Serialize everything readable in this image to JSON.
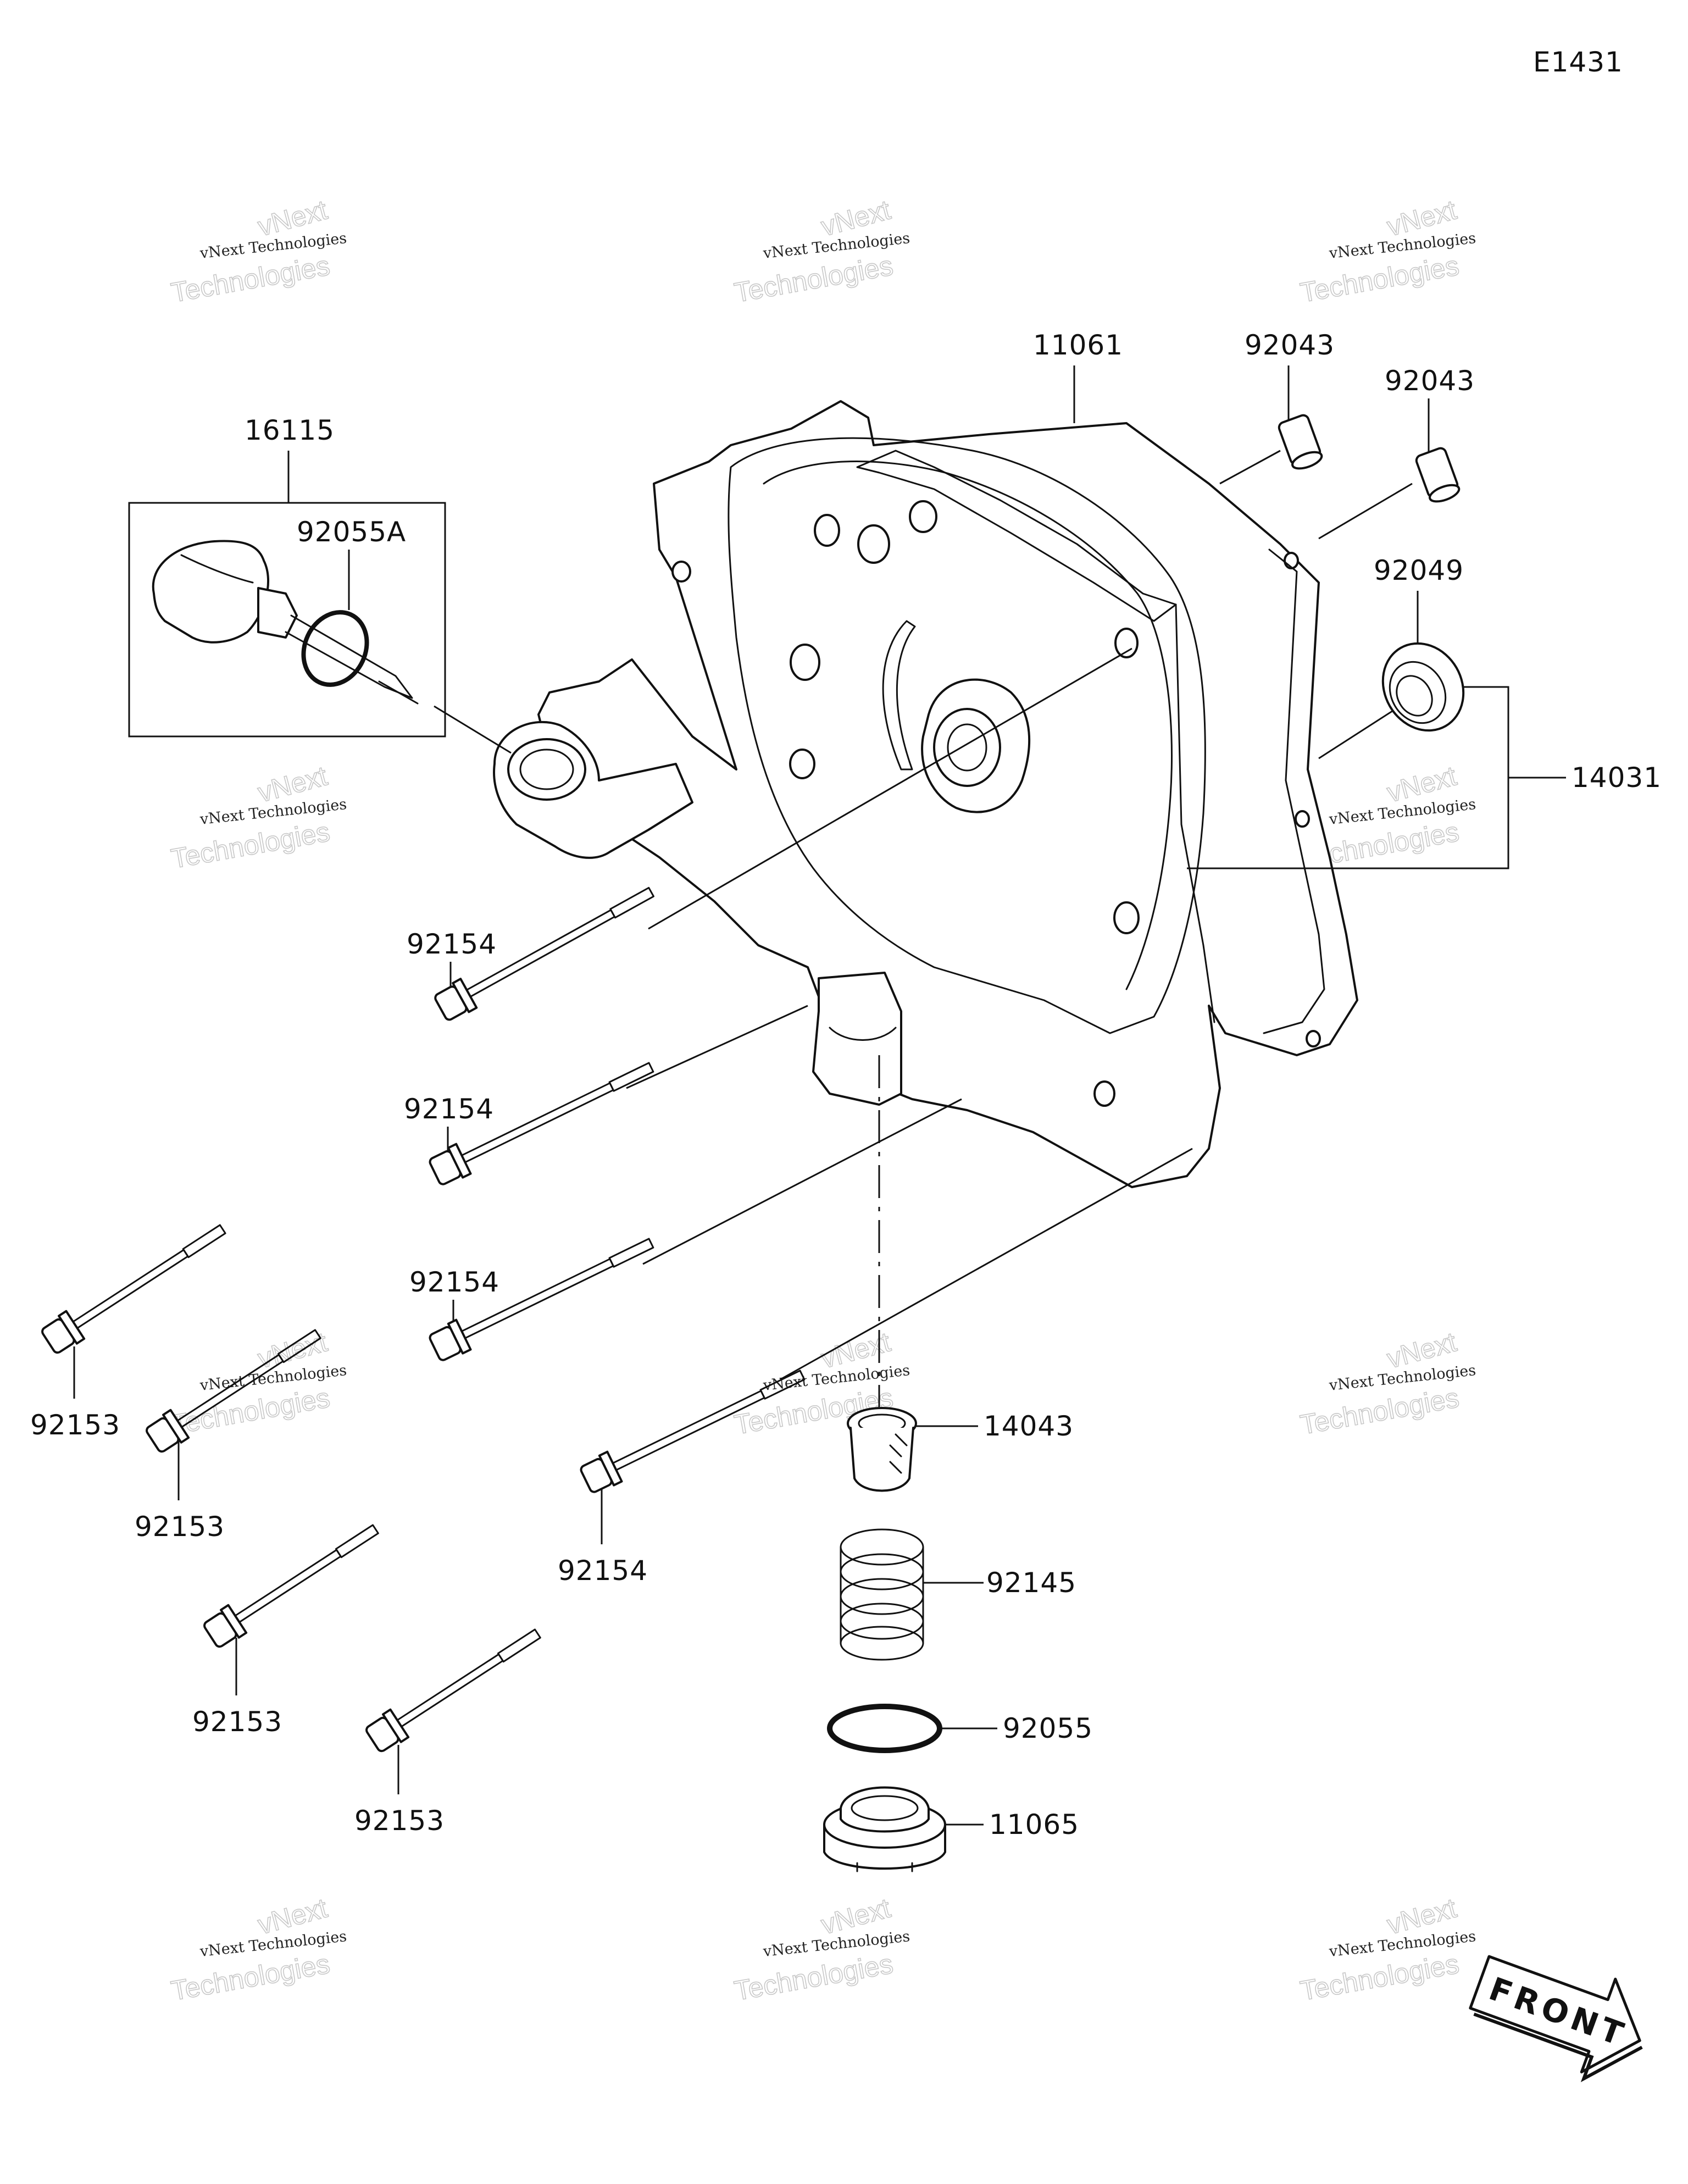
{
  "diagram": {
    "code": "E1431",
    "direction_marker": "FRONT",
    "watermark": {
      "line1": "vNext Technologies",
      "line2": "vNext",
      "line3": "Technologies"
    },
    "callouts": [
      {
        "part": "11061"
      },
      {
        "part": "92043"
      },
      {
        "part": "92043"
      },
      {
        "part": "92049"
      },
      {
        "part": "14031"
      },
      {
        "part": "16115"
      },
      {
        "part": "92055A"
      },
      {
        "part": "92154"
      },
      {
        "part": "92154"
      },
      {
        "part": "92154"
      },
      {
        "part": "92154"
      },
      {
        "part": "92153"
      },
      {
        "part": "92153"
      },
      {
        "part": "92153"
      },
      {
        "part": "92153"
      },
      {
        "part": "14043"
      },
      {
        "part": "92145"
      },
      {
        "part": "92055"
      },
      {
        "part": "11065"
      }
    ]
  }
}
